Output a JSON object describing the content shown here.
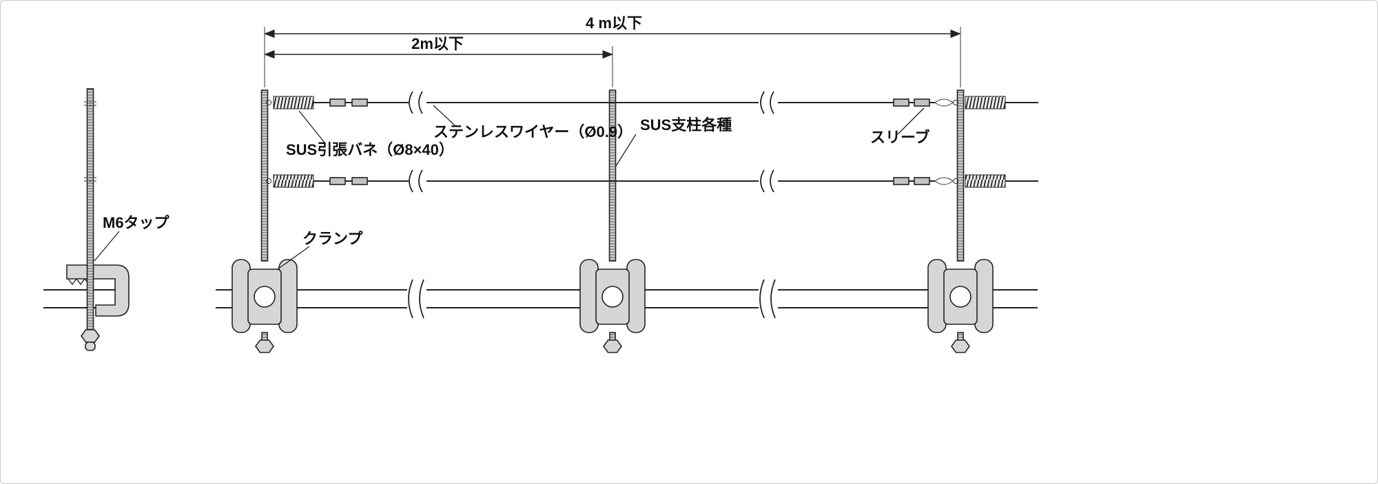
{
  "diagram": {
    "title_semantic": "wire-rope-bird-guard-assembly-drawing",
    "dimensions": {
      "span_4m": "4 m以下",
      "span_2m": "2m以下"
    },
    "labels": {
      "wire": "ステンレスワイヤー（Ø0.9）",
      "post": "SUS支柱各種",
      "sleeve": "スリーブ",
      "spring": "SUS引張バネ（Ø8×40）",
      "clamp": "クランプ",
      "tap": "M6タップ"
    },
    "colors": {
      "line": "#222222",
      "clamp_fill": "#d6d6d6",
      "sleeve_fill": "#c4c4c4",
      "background": "#ffffff",
      "border": "#c8c8c8"
    }
  }
}
